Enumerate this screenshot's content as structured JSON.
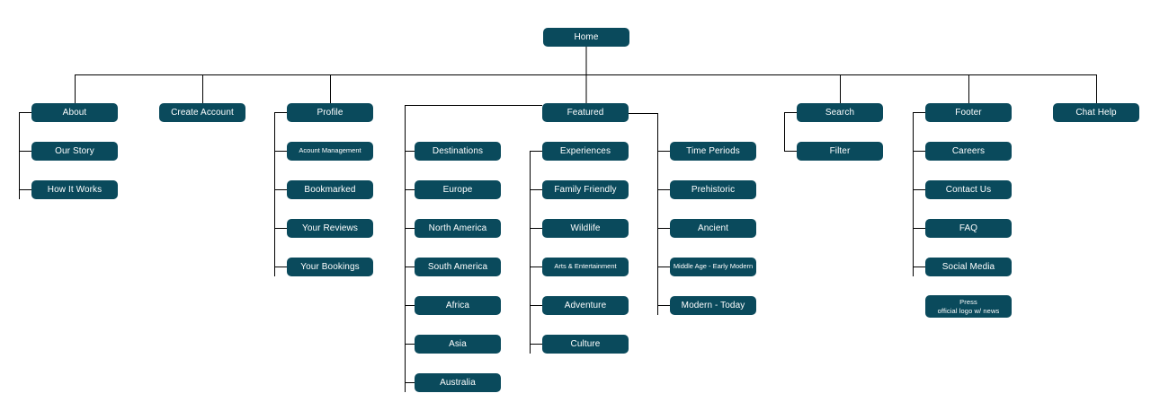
{
  "diagram": {
    "type": "sitemap-tree",
    "title": "Home",
    "colors": {
      "node_fill": "#0a4a5c",
      "node_text": "#ffffff",
      "connector": "#000000",
      "root_connector": "#7d7d7d",
      "background": "#ffffff"
    },
    "root": {
      "label": "Home"
    },
    "level2": [
      {
        "label": "About"
      },
      {
        "label": "Create Account"
      },
      {
        "label": "Profile"
      },
      {
        "label": "Featured"
      },
      {
        "label": "Search"
      },
      {
        "label": "Footer"
      },
      {
        "label": "Chat Help"
      }
    ],
    "about_children": [
      {
        "label": "Our Story"
      },
      {
        "label": "How It Works"
      }
    ],
    "profile_children": [
      {
        "label": "Acount Management"
      },
      {
        "label": "Bookmarked"
      },
      {
        "label": "Your Reviews"
      },
      {
        "label": "Your Bookings"
      }
    ],
    "destinations": {
      "label": "Destinations",
      "children": [
        {
          "label": "Europe"
        },
        {
          "label": "North America"
        },
        {
          "label": "South America"
        },
        {
          "label": "Africa"
        },
        {
          "label": "Asia"
        },
        {
          "label": "Australia"
        }
      ]
    },
    "featured_children": [
      {
        "label": "Experiences"
      },
      {
        "label": "Family Friendly"
      },
      {
        "label": "Wildlife"
      },
      {
        "label": "Arts & Entertainment"
      },
      {
        "label": "Adventure"
      },
      {
        "label": "Culture"
      }
    ],
    "time_periods": {
      "label": "Time Periods",
      "children": [
        {
          "label": "Prehistoric"
        },
        {
          "label": "Ancient"
        },
        {
          "label": "Middle Age - Early Modern"
        },
        {
          "label": "Modern - Today"
        }
      ]
    },
    "search_children": [
      {
        "label": "Filter"
      }
    ],
    "footer_children": [
      {
        "label": "Careers"
      },
      {
        "label": "Contact Us"
      },
      {
        "label": "FAQ"
      },
      {
        "label": "Social Media"
      }
    ],
    "press": {
      "line1": "Press",
      "line2": "official logo w/ news"
    }
  }
}
